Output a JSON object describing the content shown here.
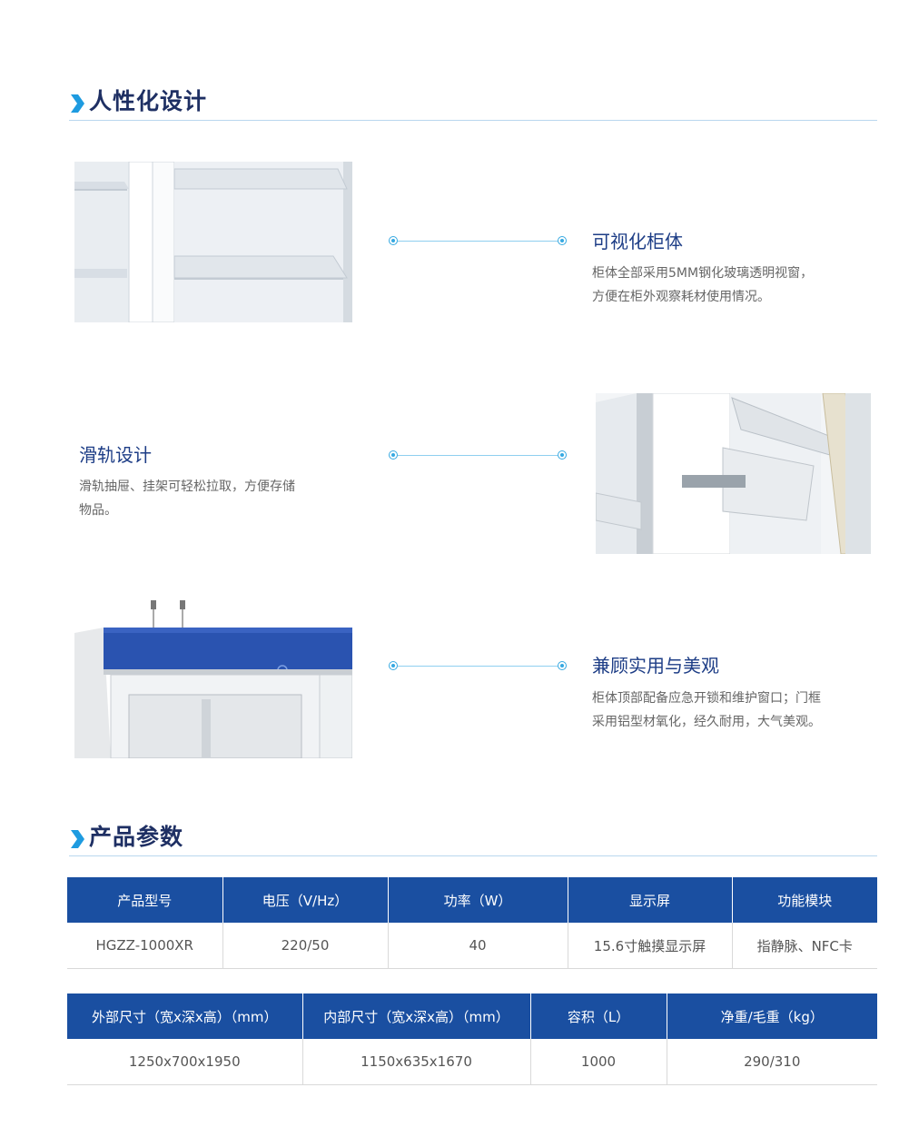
{
  "sections": {
    "design_title": "人性化设计",
    "params_title": "产品参数"
  },
  "features": [
    {
      "title": "可视化柜体",
      "desc_line1": "柜体全部采用5MM钢化玻璃透明视窗，",
      "desc_line2": "方便在柜外观察耗材使用情况。"
    },
    {
      "title": "滑轨设计",
      "desc_line1": "滑轨抽屉、挂架可轻松拉取，方便存储",
      "desc_line2": "物品。"
    },
    {
      "title": "兼顾实用与美观",
      "desc_line1": "柜体顶部配备应急开锁和维护窗口；门框",
      "desc_line2": "采用铝型材氧化，经久耐用，大气美观。"
    }
  ],
  "table1": {
    "headers": [
      "产品型号",
      "电压（V/Hz）",
      "功率（W）",
      "显示屏",
      "功能模块"
    ],
    "row": [
      "HGZZ-1000XR",
      "220/50",
      "40",
      "15.6寸触摸显示屏",
      "指静脉、NFC卡"
    ]
  },
  "table2": {
    "headers": [
      "外部尺寸（宽x深x高）（mm）",
      "内部尺寸（宽x深x高）（mm）",
      "容积（L）",
      "净重/毛重（kg）"
    ],
    "row": [
      "1250x700x1950",
      "1150x635x1670",
      "1000",
      "290/310"
    ]
  },
  "colors": {
    "accent": "#1a4fa1",
    "header_text": "#1e2f63",
    "title_blue": "#1d3d86",
    "connector": "#36a9e1"
  },
  "icons": {
    "section_marker": "chevron-right-icon",
    "connector_end": "ring-dot-icon"
  }
}
